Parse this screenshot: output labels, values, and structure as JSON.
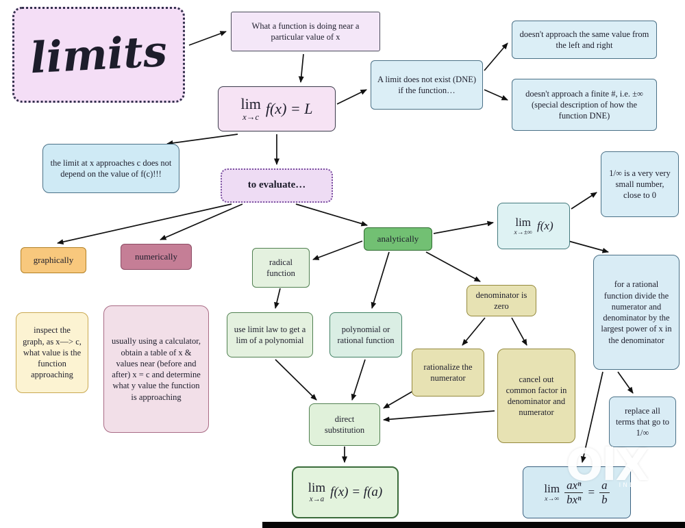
{
  "palette": {
    "lavender_fill": "#f4def6",
    "light_blue_fill": "#dbeef6",
    "cyan_fill": "#def2f3",
    "green_accent": "#72c073",
    "pale_green_fill": "#e4f1df",
    "orange_fill": "#f8c87d",
    "rose_fill": "#c57e96",
    "khaki_fill": "#e7e2b3",
    "cream_fill": "#fcf3d2",
    "pink_fill": "#f2dfe8",
    "arrow_color": "#111111"
  },
  "nodes": {
    "limits": {
      "text": "limits"
    },
    "what_function": {
      "text": "What a function is doing near a particular value of x"
    },
    "lim_L": {
      "lim": "lim",
      "sub": "x→c",
      "expr": "f(x) = L"
    },
    "dne": {
      "text": "A limit does not exist (DNE) if the function…"
    },
    "left_right": {
      "text": "doesn't approach the same value from the left and right"
    },
    "finite": {
      "text": "doesn't approach a finite #, i.e. ±∞ (special description of how the function DNE)"
    },
    "limit_at_x": {
      "text": "the limit at x approaches c does not depend on the value of f(c)!!!"
    },
    "to_evaluate": {
      "text": "to evaluate…"
    },
    "very_small": {
      "text": "1/∞ is a very very small number, close to 0"
    },
    "lim_pm_inf": {
      "lim": "lim",
      "sub": "x→±∞",
      "expr": "f(x)"
    },
    "analytically": {
      "text": "analytically"
    },
    "graphically": {
      "text": "graphically"
    },
    "numerically": {
      "text": "numerically"
    },
    "radical_function": {
      "text": "radical function"
    },
    "rational_divide": {
      "text": "for a rational function divide the numerator and denominator by the largest power of x in the denominator"
    },
    "denominator_zero": {
      "text": "denominator is zero"
    },
    "inspect_graph": {
      "text": "inspect the graph, as x—> c, what value is the function approaching"
    },
    "usually_calculator": {
      "text": "usually using a calculator, obtain a table of x & values near (before and after) x = c and determine what y value the function is approaching"
    },
    "use_limit_law": {
      "text": "use limit law to get a lim of a polynomial"
    },
    "poly_rational": {
      "text": "polynomial or rational function"
    },
    "rationalize": {
      "text": "rationalize the numerator"
    },
    "cancel_out": {
      "text": "cancel out common factor in denominator and numerator"
    },
    "replace_terms": {
      "text": "replace all terms that go to 1/∞"
    },
    "direct_substitution": {
      "text": "direct substitution"
    },
    "lim_fa": {
      "lim": "lim",
      "sub": "x→a",
      "expr": "f(x) = f(a)"
    },
    "lim_axbx": {
      "lim": "lim",
      "sub": "x→∞",
      "num1": "axⁿ",
      "den1": "bxⁿ",
      "eq": "=",
      "num2": "a",
      "den2": "b"
    }
  },
  "watermark": {
    "brand": "OlX",
    "sub": "INDIA"
  }
}
